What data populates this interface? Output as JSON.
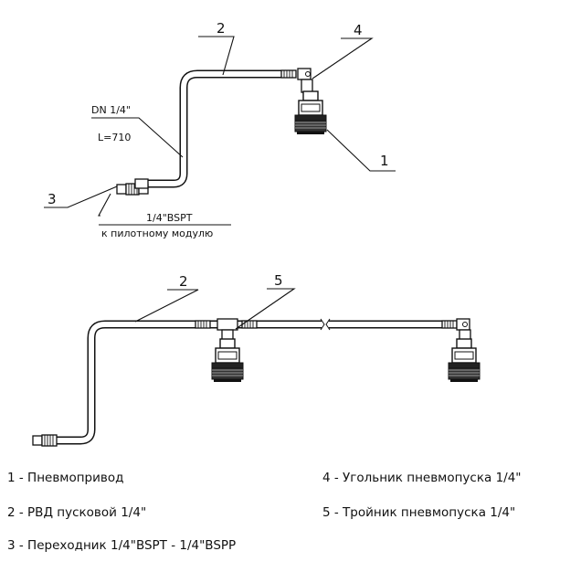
{
  "diagram": {
    "callouts": {
      "top_1": "1",
      "top_2": "2",
      "top_3": "3",
      "top_4": "4",
      "bottom_2": "2",
      "bottom_5": "5"
    },
    "annotations": {
      "dn": "DN 1/4\"",
      "length": "L=710",
      "thread": "1/4\"BSPT",
      "destination": "к пилотному модулю"
    }
  },
  "legend": [
    "1 - Пневмопривод",
    "2 - РВД пусковой 1/4\"",
    "3 - Переходник  1/4\"BSPT - 1/4\"BSPP",
    "4 - Угольник пневмопуска 1/4\"",
    "5 - Тройник пневмопуска 1/4\""
  ]
}
